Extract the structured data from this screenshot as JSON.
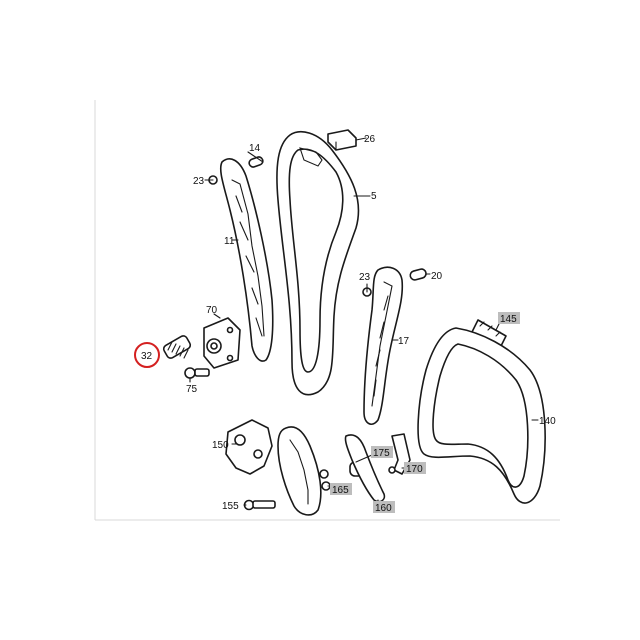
{
  "diagram": {
    "highlight_color": "#d42020",
    "label_box_color": "#bdbdbd",
    "labels": [
      {
        "id": "l14",
        "text": "14"
      },
      {
        "id": "l26",
        "text": "26"
      },
      {
        "id": "l23a",
        "text": "23"
      },
      {
        "id": "l5",
        "text": "5"
      },
      {
        "id": "l11",
        "text": "11"
      },
      {
        "id": "l23b",
        "text": "23"
      },
      {
        "id": "l20",
        "text": "20"
      },
      {
        "id": "l70",
        "text": "70"
      },
      {
        "id": "l17",
        "text": "17"
      },
      {
        "id": "l145",
        "text": "145"
      },
      {
        "id": "l32",
        "text": "32"
      },
      {
        "id": "l75",
        "text": "75"
      },
      {
        "id": "l140",
        "text": "140"
      },
      {
        "id": "l150",
        "text": "150"
      },
      {
        "id": "l175",
        "text": "175"
      },
      {
        "id": "l170",
        "text": "170"
      },
      {
        "id": "l165",
        "text": "165"
      },
      {
        "id": "l155",
        "text": "155"
      },
      {
        "id": "l160",
        "text": "160"
      }
    ]
  }
}
